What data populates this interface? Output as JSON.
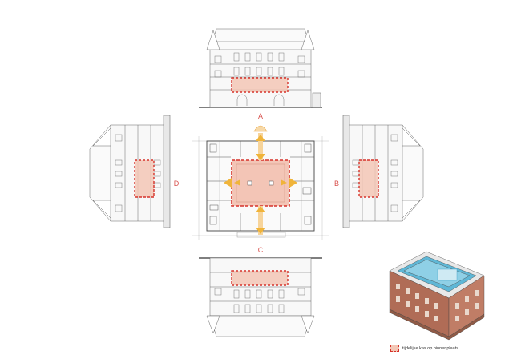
{
  "labels": {
    "a": "A",
    "b": "B",
    "c": "C",
    "d": "D"
  },
  "legend": {
    "text": "tijdelijke kas op binnenplaats"
  },
  "colors": {
    "accent": "#d6322a",
    "highlight_fill": "#f3c7b6",
    "arrow": "#f0b43a",
    "line": "#555555",
    "glass": "#6fc3dc",
    "brick": "#b06c56"
  }
}
